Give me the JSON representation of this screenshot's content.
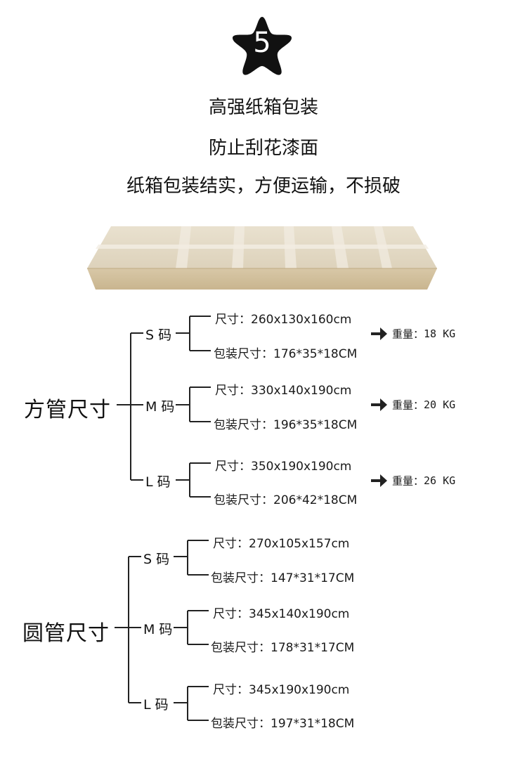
{
  "badge": {
    "number": "5"
  },
  "headlines": [
    "高强纸箱包装",
    "防止刮花漆面",
    "纸箱包装结实，方便运输，不损破"
  ],
  "square_pipe": {
    "title": "方管尺寸",
    "sizes": [
      {
        "label": "S 码",
        "dimension": "尺寸：260x130x160cm",
        "package": "包装尺寸：176*35*18CM",
        "weight_label": "重量：",
        "weight": "18 KG"
      },
      {
        "label": "M 码",
        "dimension": "尺寸：330x140x190cm",
        "package": "包装尺寸：196*35*18CM",
        "weight_label": "重量：",
        "weight": "20 KG"
      },
      {
        "label": "L 码",
        "dimension": "尺寸：350x190x190cm",
        "package": "包装尺寸：206*42*18CM",
        "weight_label": "重量：",
        "weight": "26 KG"
      }
    ]
  },
  "round_pipe": {
    "title": "圆管尺寸",
    "sizes": [
      {
        "label": "S 码",
        "dimension": "尺寸：270x105x157cm",
        "package": "包装尺寸：147*31*17CM"
      },
      {
        "label": "M 码",
        "dimension": "尺寸：345x140x190cm",
        "package": "包装尺寸：178*31*17CM"
      },
      {
        "label": "L 码",
        "dimension": "尺寸：345x190x190cm",
        "package": "包装尺寸：197*31*18CM"
      }
    ]
  }
}
